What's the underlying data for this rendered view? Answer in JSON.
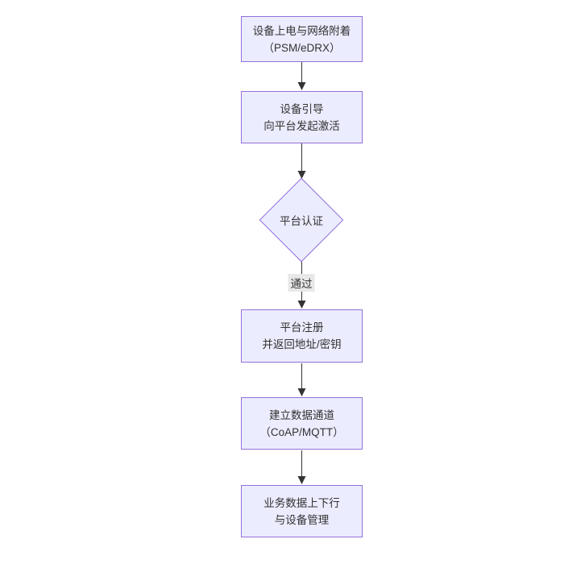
{
  "diagram": {
    "type": "flowchart-top-down",
    "nodes": [
      {
        "id": "power-attach",
        "line1": "设备上电与网络附着",
        "line2": "（PSM/eDRX）"
      },
      {
        "id": "bootstrap",
        "line1": "设备引导",
        "line2": "向平台发起激活"
      },
      {
        "id": "register",
        "line1": "平台注册",
        "line2": "并返回地址/密钥"
      },
      {
        "id": "data-channel",
        "line1": "建立数据通道",
        "line2": "（CoAP/MQTT）"
      },
      {
        "id": "business-data",
        "line1": "业务数据上下行",
        "line2": "与设备管理"
      }
    ],
    "decision": {
      "id": "platform-auth",
      "label": "平台认证"
    },
    "edge_label": "通过",
    "colors": {
      "node_fill": "#ECECFF",
      "node_border": "#9370DB",
      "edge_line": "#333333",
      "edge_label_bg": "#e8e8e8",
      "text": "#333333",
      "background": "#ffffff"
    }
  }
}
